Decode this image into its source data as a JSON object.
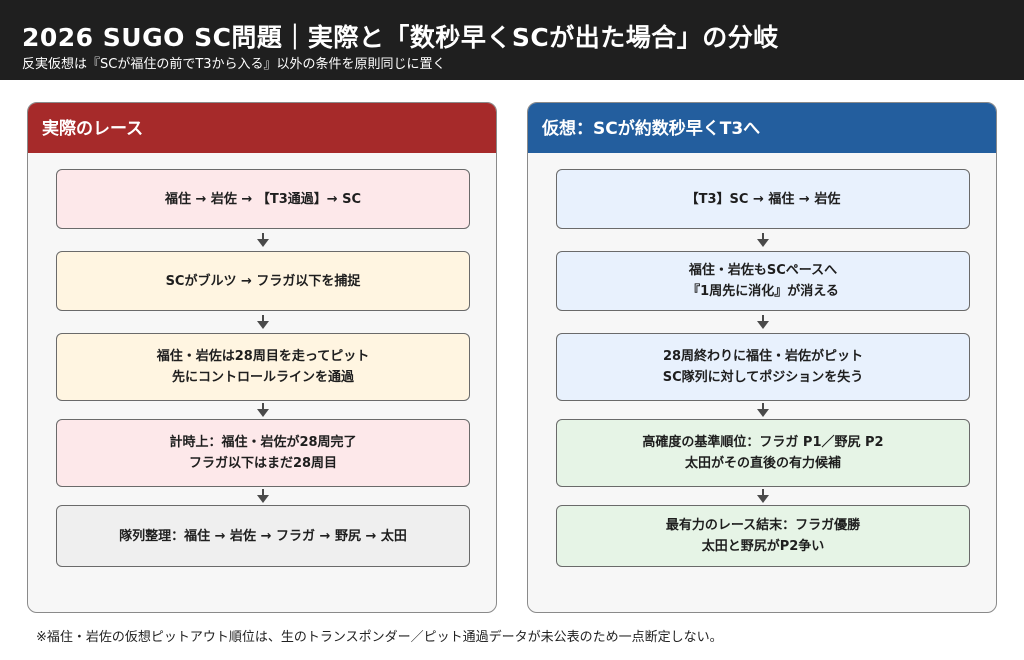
{
  "header": {
    "title": "2026 SUGO SC問題｜実際と「数秒早くSCが出た場合」の分岐",
    "subtitle": "反実仮想は『SCが福住の前でT3から入る』以外の条件を原則同じに置く"
  },
  "left_panel": {
    "title": "実際のレース",
    "steps": [
      {
        "lines": [
          "福住 → 岩佐 → 【T3通過】→ SC"
        ],
        "color": "pink"
      },
      {
        "lines": [
          "SCがブルツ → フラガ以下を捕捉"
        ],
        "color": "yellow"
      },
      {
        "lines": [
          "福住・岩佐は28周目を走ってピット",
          "先にコントロールラインを通過"
        ],
        "color": "yellow"
      },
      {
        "lines": [
          "計時上：福住・岩佐が28周完了",
          "フラガ以下はまだ28周目"
        ],
        "color": "pink"
      },
      {
        "lines": [
          "隊列整理：福住 → 岩佐 → フラガ → 野尻 → 太田"
        ],
        "color": "gray"
      }
    ]
  },
  "right_panel": {
    "title": "仮想：SCが約数秒早くT3へ",
    "steps": [
      {
        "lines": [
          "【T3】SC → 福住 → 岩佐"
        ],
        "color": "blue"
      },
      {
        "lines": [
          "福住・岩佐もSCペースへ",
          "『1周先に消化』が消える"
        ],
        "color": "blue"
      },
      {
        "lines": [
          "28周終わりに福住・岩佐がピット",
          "SC隊列に対してポジションを失う"
        ],
        "color": "blue"
      },
      {
        "lines": [
          "高確度の基準順位：フラガ P1／野尻 P2",
          "太田がその直後の有力候補"
        ],
        "color": "green"
      },
      {
        "lines": [
          "最有力のレース結末：フラガ優勝",
          "太田と野尻がP2争い"
        ],
        "color": "green"
      }
    ]
  },
  "footnote": "※福住・岩佐の仮想ピットアウト順位は、生のトランスポンダー／ピット通過データが未公表のため一点断定しない。",
  "colors": {
    "header_bg": "#1f1f1f",
    "left_accent": "#a62a2a",
    "right_accent": "#235e9e",
    "pink": "#fde8ea",
    "yellow": "#fff5e1",
    "gray": "#efefef",
    "blue": "#e8f1fd",
    "green": "#e6f4e6"
  }
}
